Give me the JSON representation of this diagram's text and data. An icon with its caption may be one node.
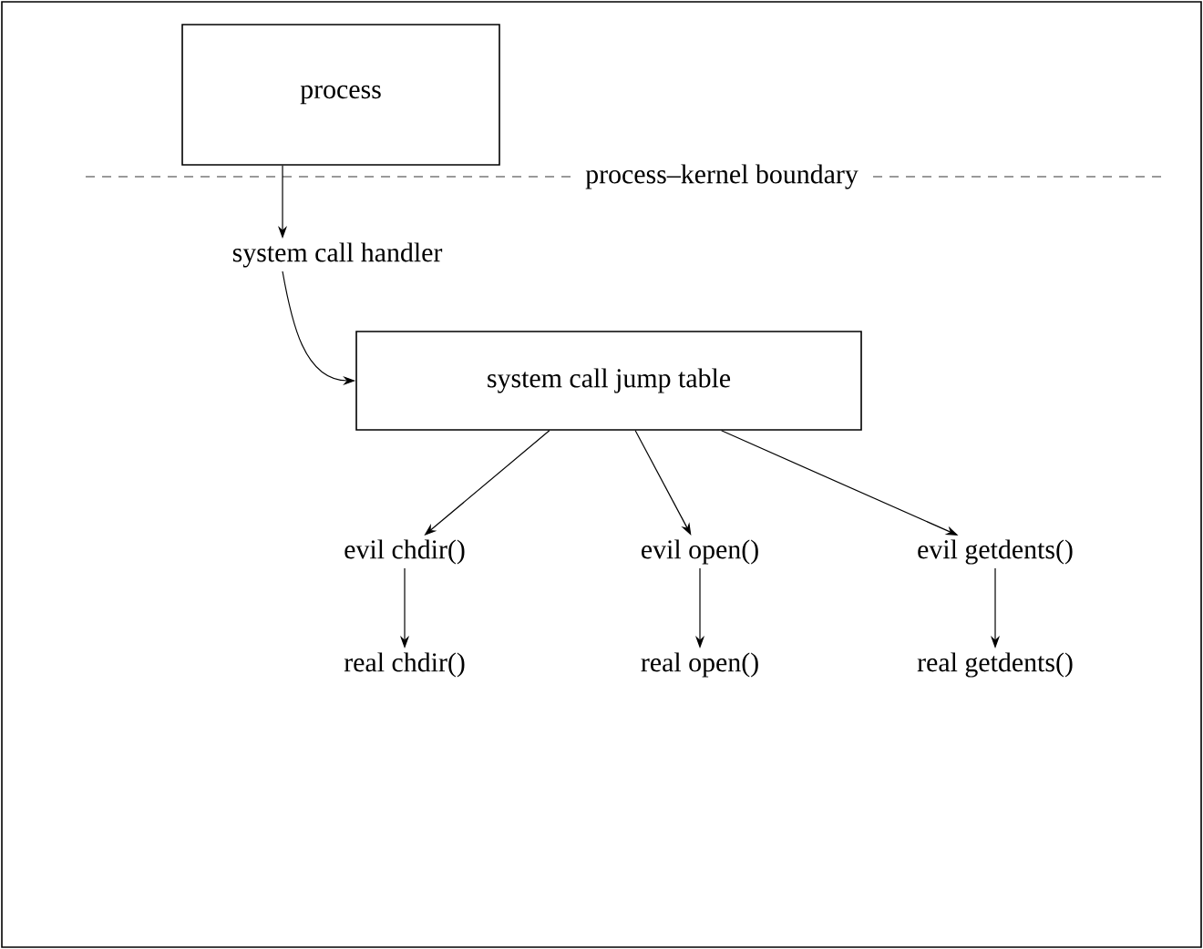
{
  "diagram": {
    "nodes": [
      {
        "text": [
          "process"
        ]
      },
      {
        "text": [
          "system call handler"
        ]
      },
      {
        "text": [
          "system call jump table"
        ]
      },
      {
        "text": [
          "evil chdir()"
        ]
      },
      {
        "text": [
          "evil open()"
        ]
      },
      {
        "text": [
          "evil getdents()"
        ]
      },
      {
        "text": [
          "real chdir()"
        ]
      },
      {
        "text": [
          "real open()"
        ]
      },
      {
        "text": [
          "real getdents()"
        ]
      }
    ],
    "edges": [
      {
        "from": 0,
        "to": 1,
        "arrow": "to"
      },
      {
        "from": 1,
        "to": 2,
        "arrow": "to"
      },
      {
        "from": 2,
        "to": 3,
        "arrow": "to"
      },
      {
        "from": 2,
        "to": 4,
        "arrow": "to"
      },
      {
        "from": 2,
        "to": 5,
        "arrow": "to"
      },
      {
        "from": 3,
        "to": 6,
        "arrow": "to"
      },
      {
        "from": 4,
        "to": 7,
        "arrow": "to"
      },
      {
        "from": 5,
        "to": 8,
        "arrow": "to"
      }
    ],
    "labels": [
      "process–kernel boundary"
    ]
  }
}
